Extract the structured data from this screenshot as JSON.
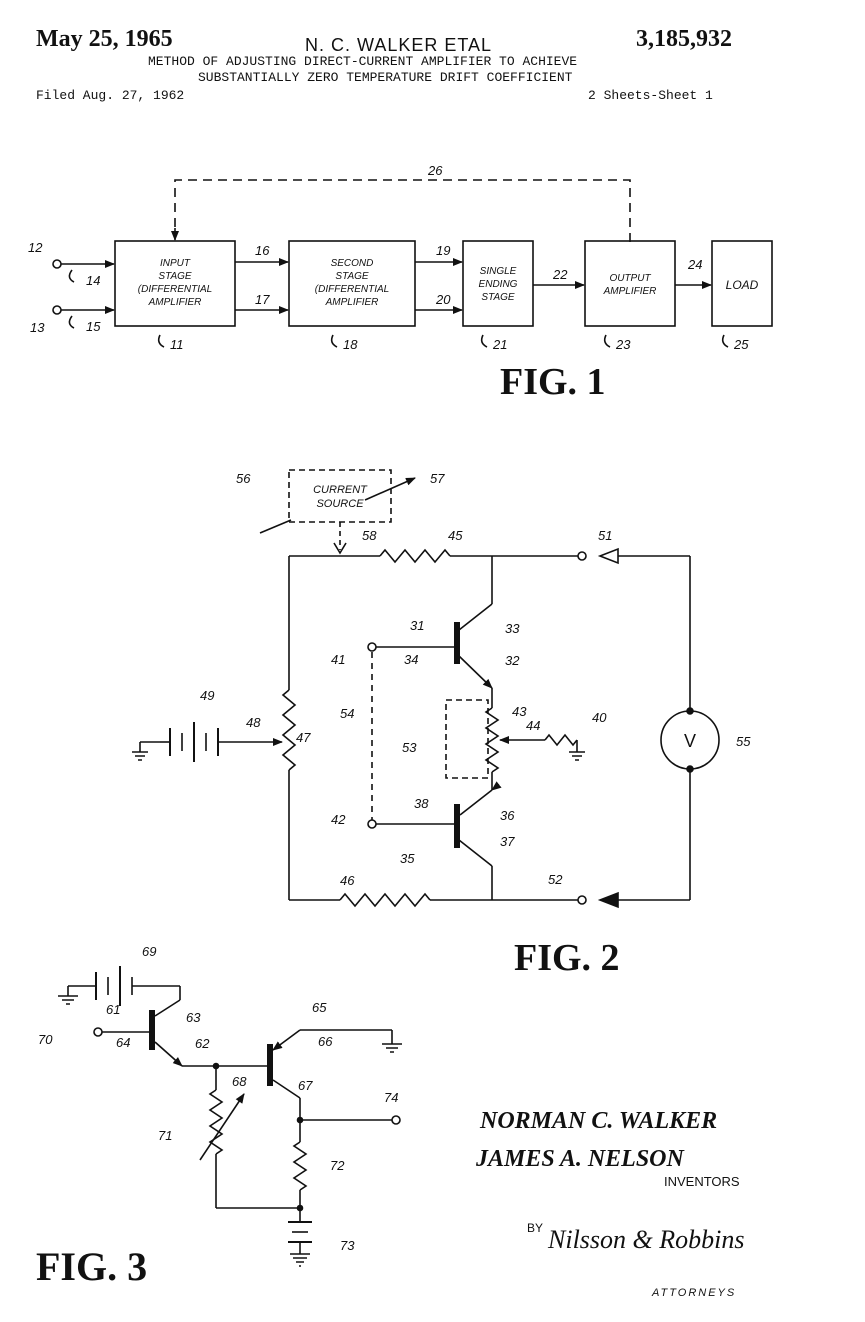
{
  "header": {
    "date": "May 25, 1965",
    "authors": "N. C. WALKER ETAL",
    "patent_number": "3,185,932",
    "title_line1": "METHOD OF ADJUSTING DIRECT-CURRENT AMPLIFIER TO ACHIEVE",
    "title_line2": "SUBSTANTIALLY ZERO TEMPERATURE DRIFT COEFFICIENT",
    "filed": "Filed Aug. 27, 1962",
    "sheets": "2 Sheets-Sheet 1"
  },
  "fig1": {
    "caption": "FIG. 1",
    "blocks": {
      "input_stage": [
        "INPUT",
        "STAGE",
        "(DIFFERENTIAL",
        "AMPLIFIER"
      ],
      "second_stage": [
        "SECOND",
        "STAGE",
        "(DIFFERENTIAL",
        "AMPLIFIER"
      ],
      "single_ending": [
        "SINGLE",
        "ENDING",
        "STAGE"
      ],
      "output_amplifier": [
        "OUTPUT",
        "AMPLIFIER"
      ],
      "load": "LOAD"
    },
    "refs": {
      "r12": "12",
      "r13": "13",
      "r14": "14",
      "r15": "15",
      "r16": "16",
      "r17": "17",
      "r11": "11",
      "r18": "18",
      "r19": "19",
      "r20": "20",
      "r21": "21",
      "r22": "22",
      "r23": "23",
      "r24": "24",
      "r25": "25",
      "r26": "26"
    }
  },
  "fig2": {
    "caption": "FIG. 2",
    "current_source": [
      "CURRENT",
      "SOURCE"
    ],
    "meter": "V",
    "refs": {
      "r56": "56",
      "r57": "57",
      "r58": "58",
      "r45": "45",
      "r51": "51",
      "r31": "31",
      "r33": "33",
      "r41": "41",
      "r34": "34",
      "r32": "32",
      "r49": "49",
      "r48": "48",
      "r54": "54",
      "r43": "43",
      "r44": "44",
      "r40": "40",
      "r47": "47",
      "r53": "53",
      "r55": "55",
      "r38": "38",
      "r36": "36",
      "r42": "42",
      "r35": "35",
      "r37": "37",
      "r46": "46",
      "r52": "52"
    }
  },
  "fig3": {
    "caption": "FIG. 3",
    "refs": {
      "r69": "69",
      "r61": "61",
      "r63": "63",
      "r65": "65",
      "r70": "70",
      "r64": "64",
      "r62": "62",
      "r66": "66",
      "r68": "68",
      "r67": "67",
      "r74": "74",
      "r71": "71",
      "r72": "72",
      "r73": "73"
    }
  },
  "signature": {
    "inventor1": "NORMAN C. WALKER",
    "inventor2": "JAMES A. NELSON",
    "inventors_label": "INVENTORS",
    "by": "BY",
    "firm": "Nilsson & Robbins",
    "attorneys_label": "ATTORNEYS"
  }
}
